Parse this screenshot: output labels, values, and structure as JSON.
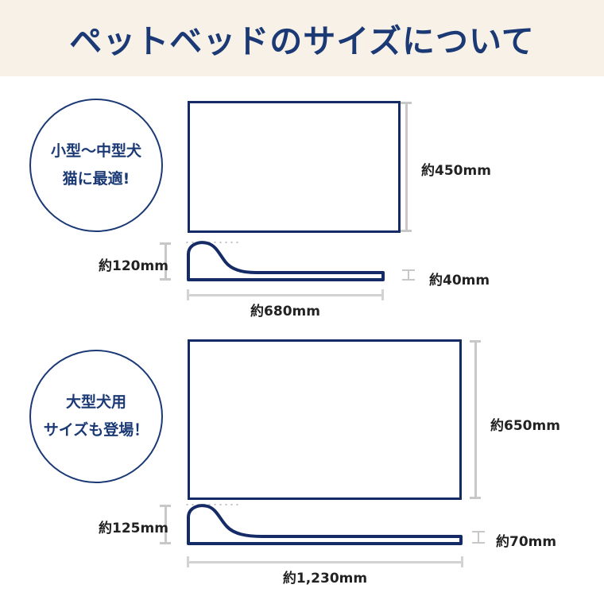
{
  "header": {
    "title": "ペットベッドのサイズについて",
    "background_color": "#f8f1e7",
    "text_color": "#1b3a75"
  },
  "theme": {
    "navy": "#152b66",
    "badge_navy": "#1b3a75",
    "dimension_gray": "#c8c8c8",
    "label_text": "#222222",
    "page_background": "#ffffff"
  },
  "sections": [
    {
      "id": "small",
      "badge": {
        "line1": "小型〜中型犬",
        "line2": "猫に最適!"
      },
      "measurements": {
        "depth": "約450mm",
        "bolster_height": "約120mm",
        "thickness": "約40mm",
        "width": "約680mm"
      }
    },
    {
      "id": "large",
      "badge": {
        "line1": "大型犬用",
        "line2": "サイズも登場！"
      },
      "measurements": {
        "depth": "約650mm",
        "bolster_height": "約125mm",
        "thickness": "約70mm",
        "width": "約1,230mm"
      }
    }
  ]
}
